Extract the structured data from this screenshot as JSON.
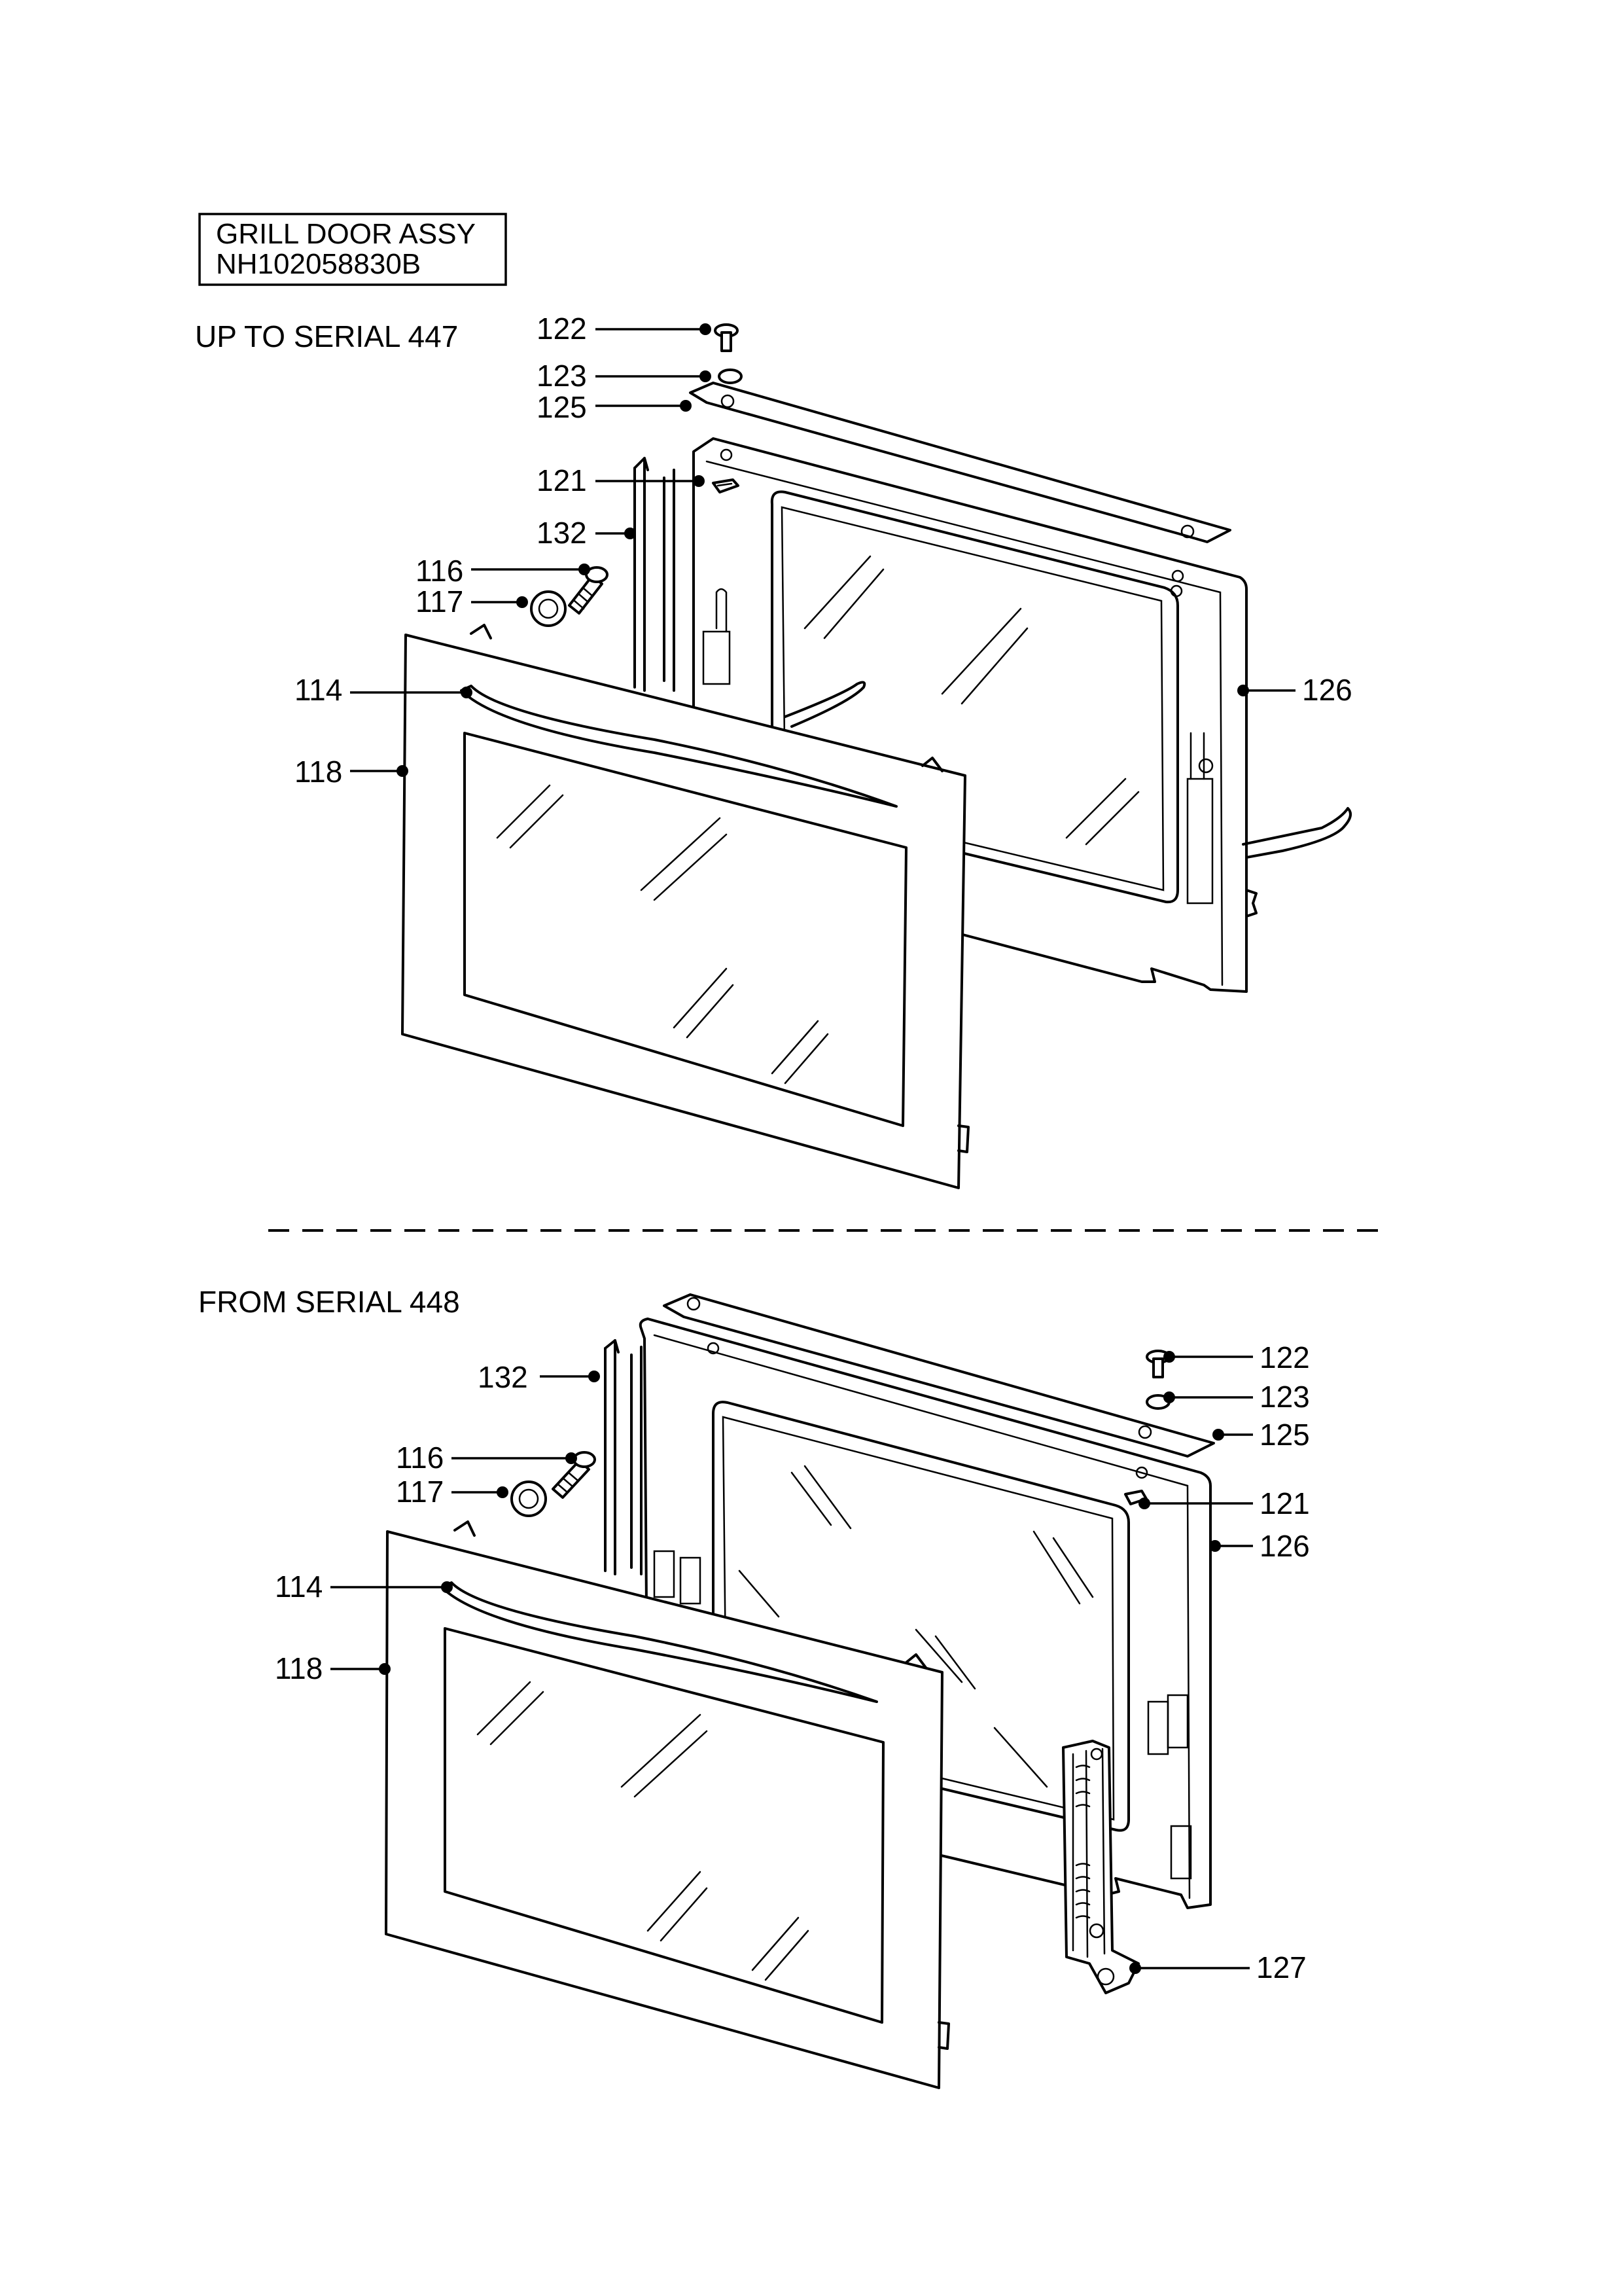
{
  "title_box": {
    "line1": "GRILL DOOR ASSY",
    "line2": "NH102058830B"
  },
  "sections": [
    {
      "heading": "UP TO SERIAL 447",
      "callouts": [
        {
          "id": "122",
          "label": "122"
        },
        {
          "id": "123",
          "label": "123"
        },
        {
          "id": "125",
          "label": "125"
        },
        {
          "id": "121",
          "label": "121"
        },
        {
          "id": "132",
          "label": "132"
        },
        {
          "id": "116",
          "label": "116"
        },
        {
          "id": "117",
          "label": "117"
        },
        {
          "id": "114",
          "label": "114"
        },
        {
          "id": "118",
          "label": "118"
        },
        {
          "id": "126",
          "label": "126"
        }
      ]
    },
    {
      "heading": "FROM SERIAL 448",
      "callouts": [
        {
          "id": "132",
          "label": "132"
        },
        {
          "id": "116",
          "label": "116"
        },
        {
          "id": "117",
          "label": "117"
        },
        {
          "id": "114",
          "label": "114"
        },
        {
          "id": "118",
          "label": "118"
        },
        {
          "id": "122",
          "label": "122"
        },
        {
          "id": "123",
          "label": "123"
        },
        {
          "id": "125",
          "label": "125"
        },
        {
          "id": "121",
          "label": "121"
        },
        {
          "id": "126",
          "label": "126"
        },
        {
          "id": "127",
          "label": "127"
        }
      ]
    }
  ]
}
